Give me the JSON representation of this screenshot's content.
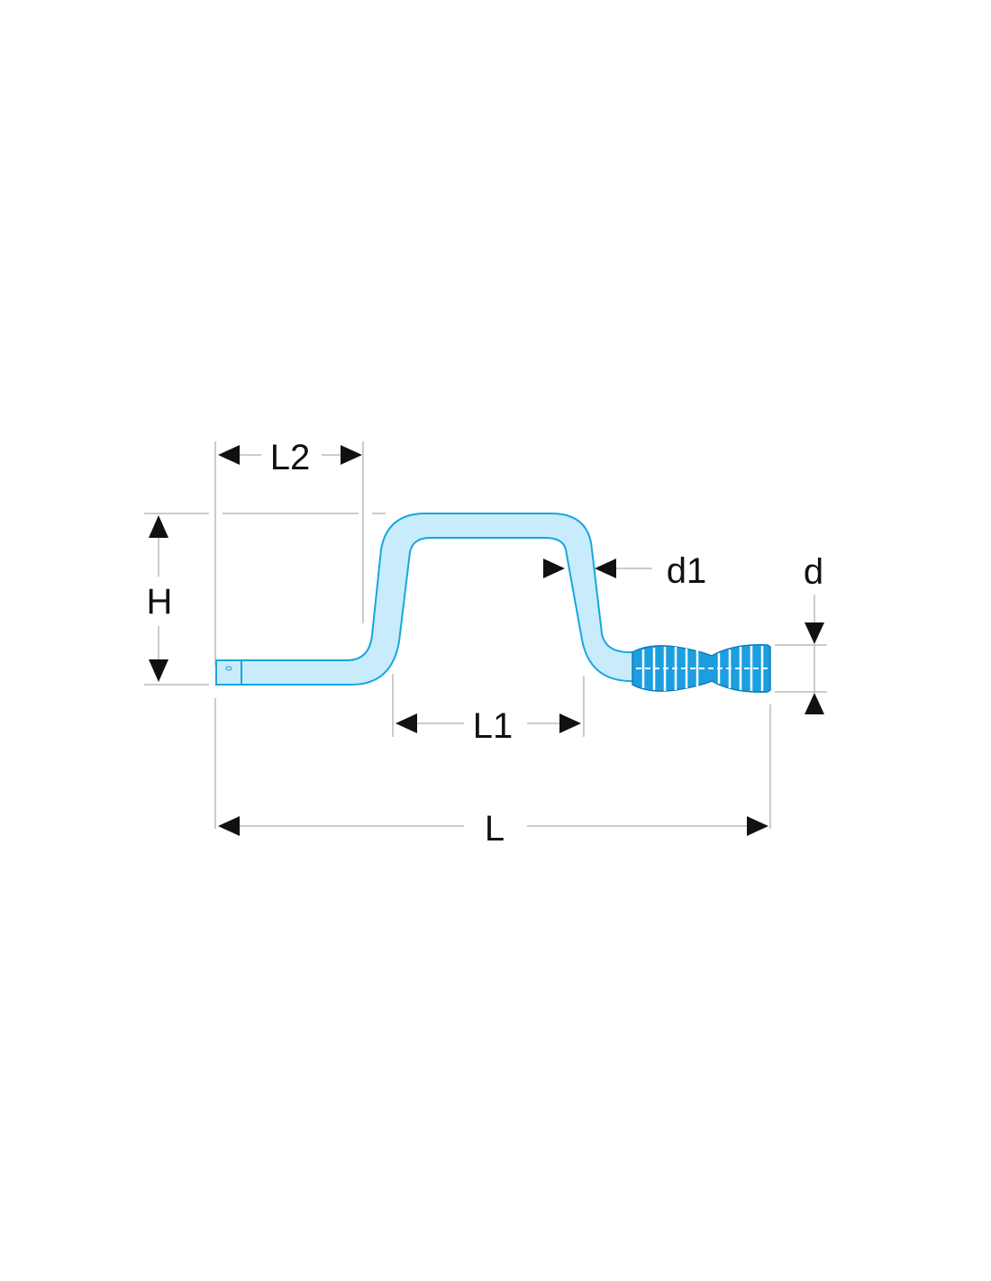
{
  "diagram": {
    "labels": {
      "l2": "L2",
      "h": "H",
      "d1": "d1",
      "d": "d",
      "l1": "L1",
      "l": "L"
    },
    "colors": {
      "crank_fill": "#c8ecfb",
      "crank_stroke": "#16a6e0",
      "grip_fill": "#1b9fe0",
      "dimension_line": "#9a9a9a",
      "arrow": "#111111"
    }
  }
}
